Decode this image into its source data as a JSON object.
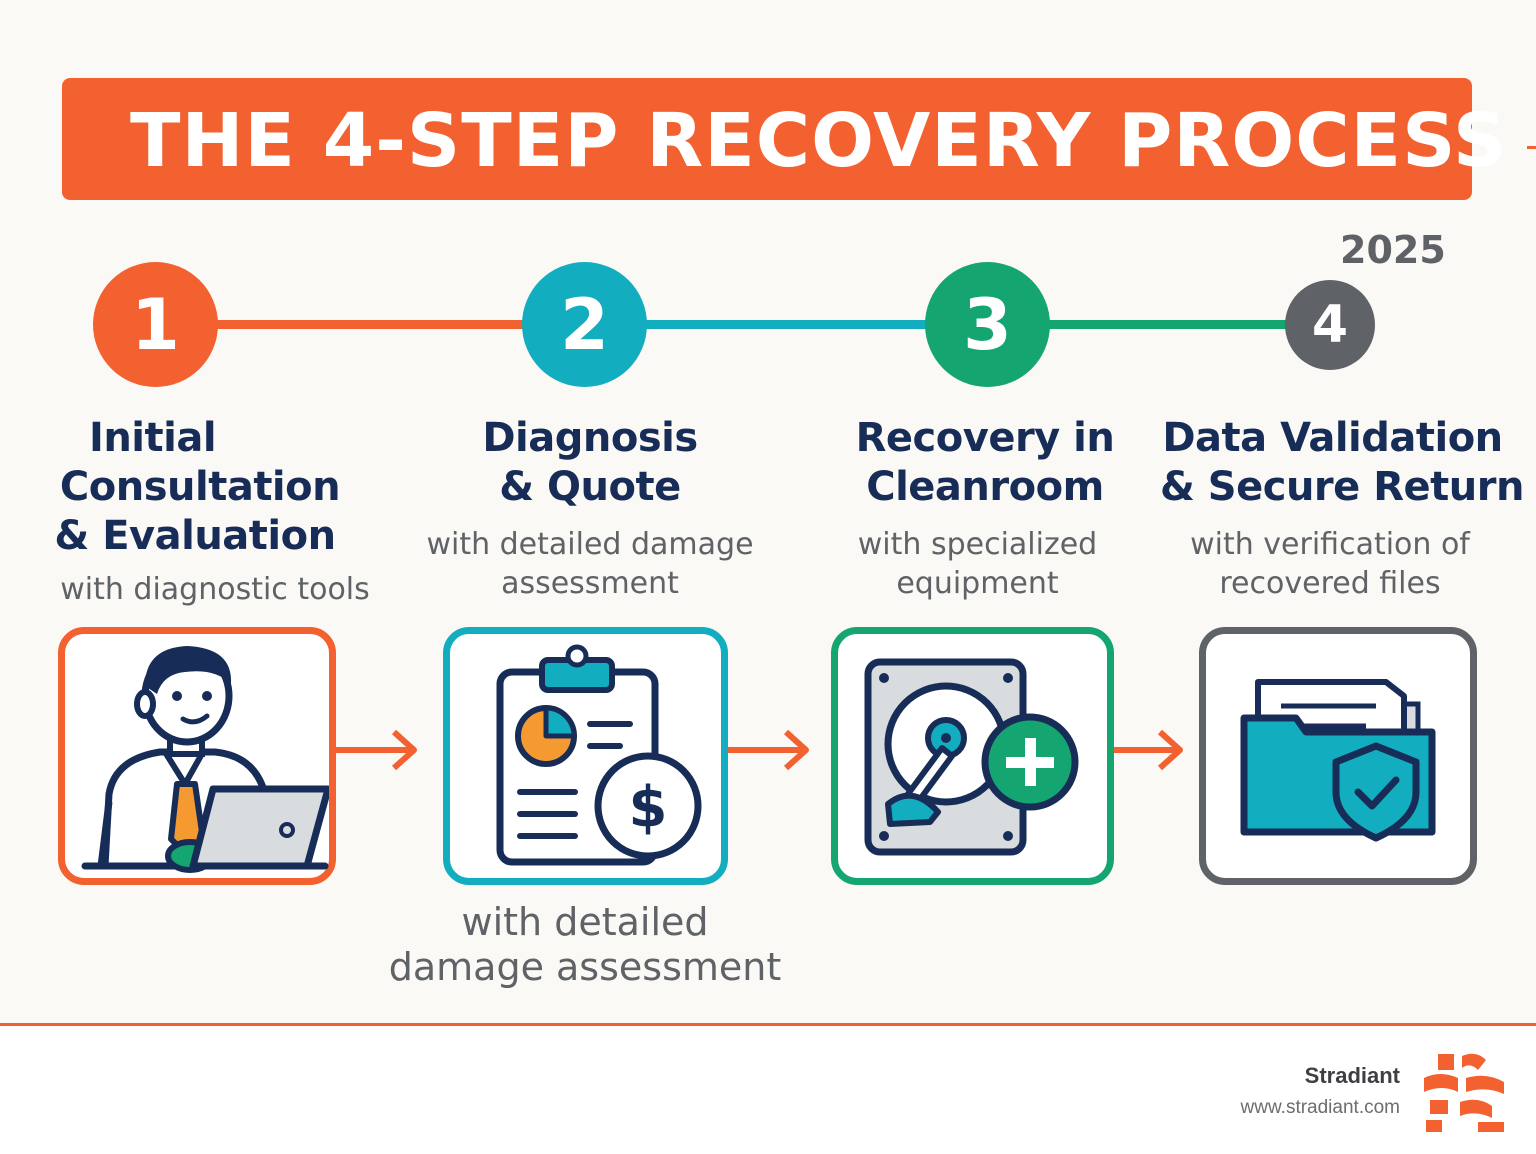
{
  "header": {
    "title": "THE 4-STEP RECOVERY PROCESS",
    "year": "2025"
  },
  "colors": {
    "orange": "#f2612f",
    "teal": "#13adc0",
    "green": "#14a571",
    "gray": "#5f6266",
    "navy": "#172d57",
    "background": "#fbf9f5"
  },
  "steps": [
    {
      "number": "1",
      "title_lines": [
        "Initial",
        "Consultation",
        "& Evaluation"
      ],
      "description_lines": [
        "with diagnostic tools"
      ],
      "icon": "consultant-at-laptop-icon",
      "color": "#f2612f"
    },
    {
      "number": "2",
      "title_lines": [
        "Diagnosis",
        "& Quote"
      ],
      "description_lines": [
        "with detailed damage",
        "assessment"
      ],
      "icon": "clipboard-quote-icon",
      "color": "#13adc0"
    },
    {
      "number": "3",
      "title_lines": [
        "Recovery in",
        "Cleanroom"
      ],
      "description_lines": [
        "with specialized",
        "equipment"
      ],
      "icon": "hard-drive-repair-icon",
      "color": "#14a571"
    },
    {
      "number": "4",
      "title_lines": [
        "Data Validation",
        "& Secure Return"
      ],
      "description_lines": [
        "with verification of",
        "recovered files"
      ],
      "icon": "secure-folder-icon",
      "color": "#5f6266"
    }
  ],
  "extra_note_lines": [
    "with detailed",
    "damage assessment"
  ],
  "footer": {
    "brand": "Stradiant",
    "url": "www.stradiant.com"
  }
}
